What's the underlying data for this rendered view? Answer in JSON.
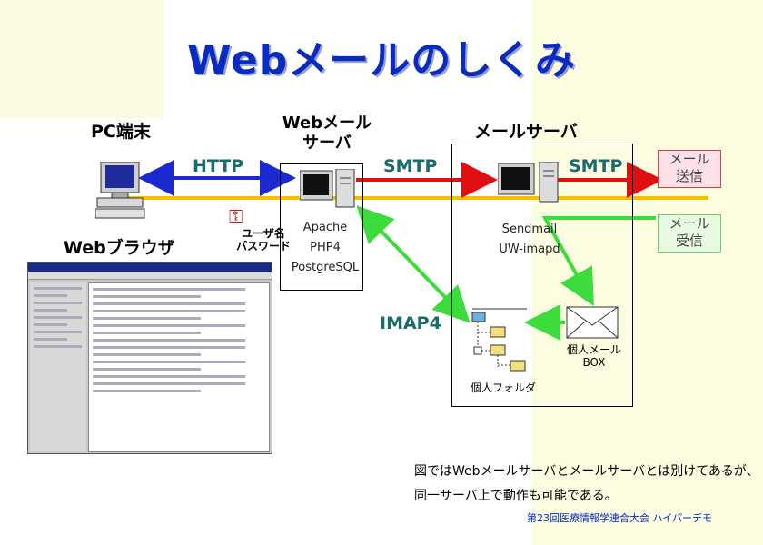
{
  "title": "Webメールのしくみ",
  "pc": {
    "label": "PC端末",
    "browser_label": "Webブラウザ"
  },
  "webmail_server": {
    "label_line1": "Webメール",
    "label_line2": "サーバ",
    "software": [
      "Apache",
      "PHP4",
      "PostgreSQL"
    ]
  },
  "mail_server": {
    "label": "メールサーバ",
    "software": [
      "Sendmail",
      "UW-imapd"
    ]
  },
  "protocols": {
    "http": "HTTP",
    "smtp1": "SMTP",
    "smtp2": "SMTP",
    "imap": "IMAP4"
  },
  "credentials": {
    "line1": "ユーザ名",
    "line2": "パスワード"
  },
  "tags": {
    "send_line1": "メール",
    "send_line2": "送信",
    "recv_line1": "メール",
    "recv_line2": "受信"
  },
  "folders": {
    "personal_folder": "個人フォルダ",
    "mailbox_line1": "個人メール",
    "mailbox_line2": "BOX"
  },
  "note": {
    "line1": "図ではWebメールサーバとメールサーバとは別けてあるが、",
    "line2": "同一サーバ上で動作も可能である。"
  },
  "footer": "第23回医療情報学連合大会 ハイパーデモ",
  "colors": {
    "title": "#0a2bc0",
    "http_arrow": "#1a2ad0",
    "smtp_arrow": "#e01010",
    "imap_arrow": "#3cdc3c",
    "yellow_line": "#f5c000"
  }
}
